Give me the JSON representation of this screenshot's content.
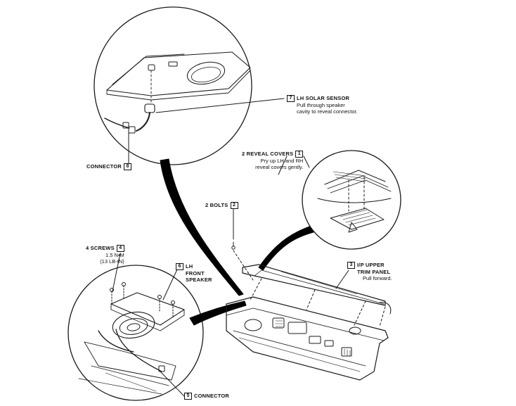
{
  "callouts": {
    "solar_sensor": {
      "title": "LH SOLAR SENSOR",
      "ref": "7",
      "note_1": "Pull through speaker",
      "note_2": "cavity to reveal connector."
    },
    "connector_top": {
      "title": "CONNECTOR",
      "ref": "8"
    },
    "reveal_covers": {
      "title": "2 REVEAL COVERS",
      "ref": "1",
      "note_1": "Pry up LH and RH",
      "note_2": "reveal covers gently."
    },
    "bolts": {
      "title": "2 BOLTS",
      "ref": "2"
    },
    "screws": {
      "title": "4 SCREWS",
      "ref": "4",
      "note_1": "1.5 N•M",
      "note_2": "(13 LB-IN)"
    },
    "speaker": {
      "title_1": "LH",
      "title_2": "FRONT",
      "title_3": "SPEAKER",
      "ref": "6"
    },
    "trim_panel": {
      "title_1": "I/P UPPER",
      "title_2": "TRIM PANEL",
      "ref": "3",
      "note_1": "Pull  forward."
    },
    "connector_bottom": {
      "title": "CONNECTOR",
      "ref": "5"
    }
  }
}
